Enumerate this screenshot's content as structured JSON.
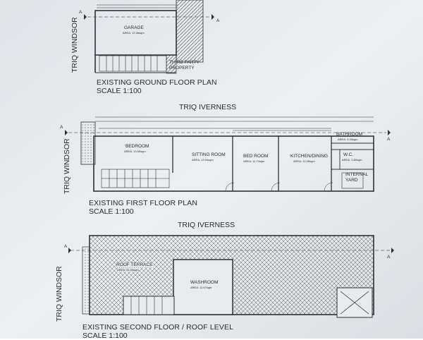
{
  "plans": {
    "ground": {
      "title": "EXISTING GROUND FLOOR PLAN",
      "scale": "SCALE 1:100",
      "street_side": "TRIQ WINDSOR",
      "rooms": {
        "garage": {
          "name": "GARAGE",
          "area": "AREA: 12.46sqm"
        },
        "third_party": {
          "name": "THIRD PARTY\nPROPERTY"
        }
      }
    },
    "first": {
      "title": "EXISTING FIRST FLOOR PLAN",
      "scale": "SCALE 1:100",
      "street_top": "TRIQ IVERNESS",
      "street_side": "TRIQ WINDSOR",
      "rooms": {
        "bedroom": {
          "name": "BEDROOM",
          "area": "AREA: 13.50sqm"
        },
        "sitting": {
          "name": "SITTING ROOM",
          "area": "AREA: 13.94sqm"
        },
        "bed": {
          "name": "BED ROOM",
          "area": "AREA: 11.72sqm"
        },
        "kitchen": {
          "name": "KITCHEN/DINING",
          "area": "AREA: 12.26sqm"
        },
        "bathroom": {
          "name": "BATHROOM",
          "area": "AREA: 3.33sqm"
        },
        "wc": {
          "name": "W.C.",
          "area": "AREA: 1.60sqm"
        },
        "yard": {
          "name": "INTERNAL\nYARD"
        }
      }
    },
    "second": {
      "title": "EXISTING SECOND FLOOR / ROOF LEVEL",
      "scale": "SCALE 1:100",
      "street_top": "TRIQ IVERNESS",
      "street_side": "TRIQ WINDSOR",
      "rooms": {
        "terrace": {
          "name": "ROOF TERRACE",
          "area": "AREA: 51.00sqm"
        },
        "washroom": {
          "name": "WASHROOM",
          "area": "AREA: 11.67sqm"
        }
      }
    }
  },
  "section_mark": "A",
  "colors": {
    "paper": "#e9ebef",
    "ink": "#2f3136",
    "hatch": "#5a5d63"
  }
}
